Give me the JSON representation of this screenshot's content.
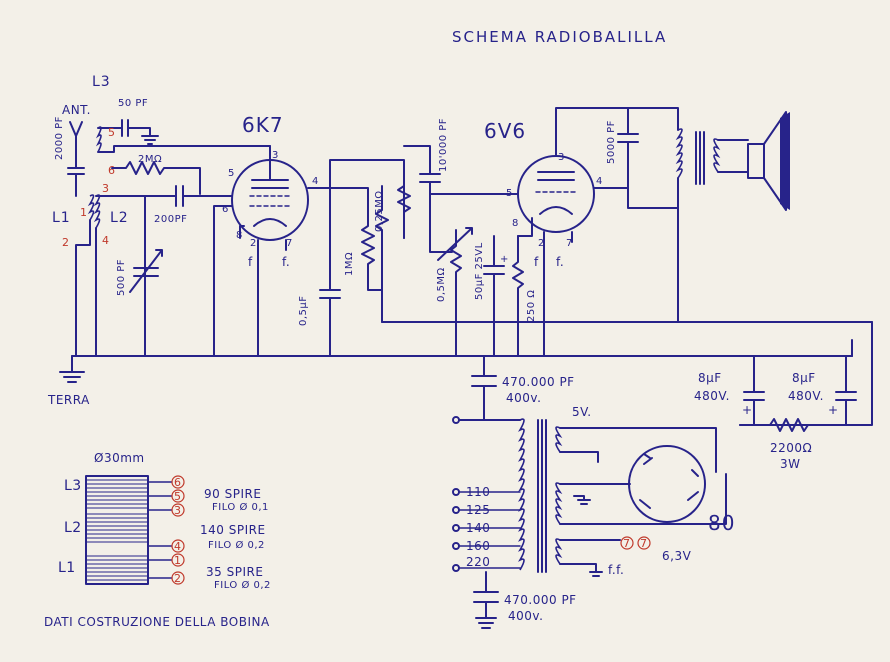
{
  "title": "SCHEMA RADIOBALILLA",
  "tubes": {
    "t1": "6K7",
    "t2": "6V6",
    "rect": "80"
  },
  "pins": {
    "t1": [
      "3",
      "4",
      "5",
      "6",
      "8",
      "2",
      "7"
    ],
    "t2": [
      "3",
      "4",
      "5",
      "8",
      "2",
      "7"
    ]
  },
  "filament": {
    "t1_f1": "f",
    "t1_f2": "f.",
    "t2_f1": "f",
    "t2_f2": "f.",
    "ps_f": "f.f.",
    "heater_v": "6,3V",
    "pin7a": "7",
    "pin7b": "7"
  },
  "antenna": {
    "ant": "ANT.",
    "l3": "L3",
    "l1": "L1",
    "l2": "L2",
    "terra": "TERRA",
    "cap_ant": "2000 PF",
    "cap_l3": "50 PF",
    "red_pins": [
      "5",
      "6",
      "3",
      "1",
      "2",
      "4"
    ]
  },
  "components": {
    "r_grid": "2MΩ",
    "c_grid": "200PF",
    "c_tune": "500 PF",
    "c_cath": "0,5μF",
    "r_plate": "1MΩ",
    "r_g2": "0,25MΩ",
    "c_coup": "10'000 PF",
    "pot": "0,5MΩ",
    "c_elec": "50μF 25VL",
    "r_cath": "250 Ω",
    "c_out": "5000 PF",
    "c_line1": "470.000 PF",
    "c_line1_v": "400v.",
    "c_line2": "470.000 PF",
    "c_line2_v": "400v.",
    "c_f1": "8μF",
    "c_f1_v": "480V.",
    "c_f2": "8μF",
    "c_f2_v": "480V.",
    "r_filt": "2200Ω",
    "r_filt_w": "3W",
    "v5": "5V."
  },
  "mains_taps": [
    "110",
    "125",
    "140",
    "160",
    "220"
  ],
  "coil_legend": {
    "diameter": "Ø30mm",
    "caption": "DATI COSTRUZIONE DELLA BOBINA",
    "layers": [
      {
        "name": "L3",
        "turns": "90 SPIRE",
        "wire": "FILO Ø 0,1",
        "pins": [
          "6",
          "5",
          "3"
        ]
      },
      {
        "name": "L2",
        "turns": "140 SPIRE",
        "wire": "FILO Ø 0,2",
        "pins": [
          "4",
          "1"
        ]
      },
      {
        "name": "L1",
        "turns": "35 SPIRE",
        "wire": "FILO Ø 0,2",
        "pins": [
          "2"
        ]
      }
    ]
  },
  "colors": {
    "ink": "#27238a",
    "paper": "#f3f0e8",
    "red": "#c0392b"
  }
}
